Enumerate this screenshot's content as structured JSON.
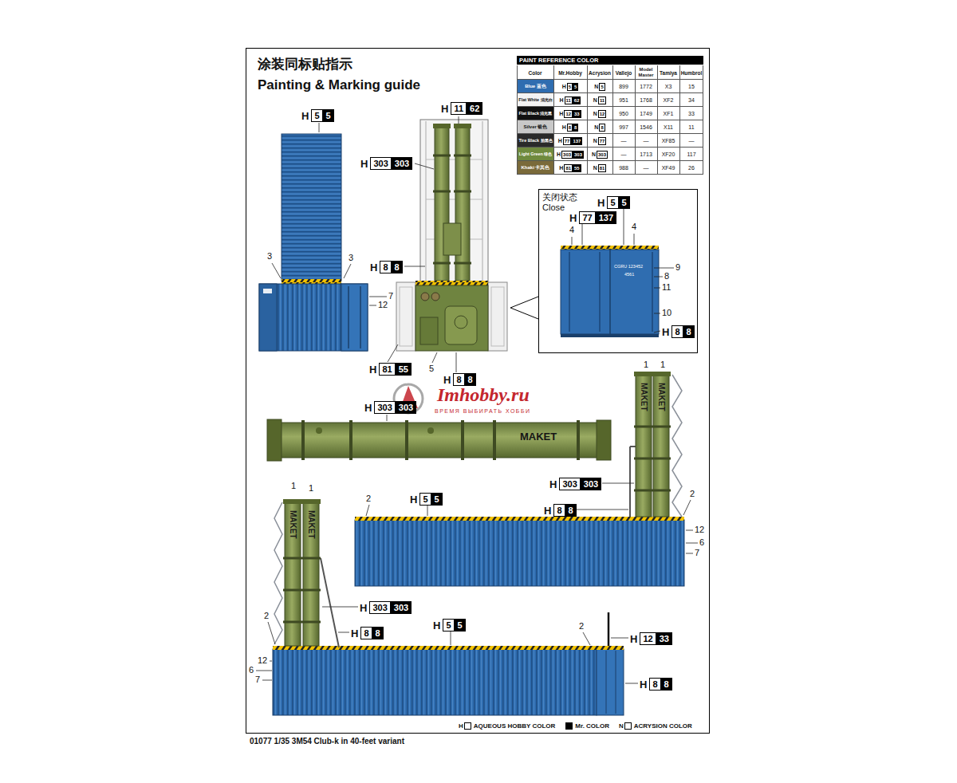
{
  "diagram": {
    "title": "Painting & Marking guide",
    "caption": "01077 1/35 3M54 Club-k in 40-feet variant",
    "nodes": [
      {
        "text": [
          "PAINT REFERENCE COLOR"
        ]
      },
      {
        "text": [
          "关闭状态 Close"
        ]
      }
    ],
    "labels": [
      "涂装同标贴指示",
      "Color",
      "Mr.Hobby",
      "Acrysion",
      "Vallejo",
      "Model Master",
      "Tamiya",
      "Humbrol",
      "H",
      "5",
      "5",
      "N",
      "5",
      "899",
      "1772",
      "X3",
      "15",
      "H",
      "11",
      "62",
      "N",
      "11",
      "951",
      "1768",
      "XF2",
      "34",
      "H",
      "12",
      "33",
      "N",
      "12",
      "950",
      "1749",
      "XF1",
      "33",
      "H",
      "8",
      "8",
      "N",
      "8",
      "997",
      "1546",
      "X11",
      "11",
      "H",
      "77",
      "137",
      "N",
      "77",
      "—",
      "—",
      "XF85",
      "—",
      "H",
      "303",
      "303",
      "N",
      "303",
      "—",
      "1713",
      "XF20",
      "117",
      "H",
      "81",
      "55",
      "N",
      "81",
      "988",
      "—",
      "XF49",
      "26",
      "H",
      "5",
      "5",
      "3",
      "3",
      "7",
      "12",
      "H",
      "11",
      "62",
      "H",
      "303",
      "303",
      "H",
      "8",
      "8",
      "H",
      "81",
      "55",
      "5",
      "H",
      "8",
      "8",
      "H",
      "5",
      "5",
      "H",
      "77",
      "137",
      "4",
      "4",
      "CGRU 123452",
      "4561",
      "9",
      "8",
      "11",
      "10",
      "H",
      "8",
      "8",
      "H",
      "303",
      "303",
      "MAKET",
      "Imhobby.ru",
      "ВРЕМЯ ВЫБИРАТЬ ХОББИ",
      "1",
      "1",
      "MAKET",
      "MAKET",
      "H",
      "303",
      "303",
      "H",
      "8",
      "8",
      "2",
      "H",
      "5",
      "5",
      "2",
      "12",
      "6",
      "7",
      "1",
      "1",
      "MAKET",
      "MAKET",
      "H",
      "303",
      "303",
      "H",
      "8",
      "8",
      "2",
      "12",
      "6",
      "7",
      "H",
      "5",
      "5",
      "2",
      "H",
      "12",
      "33",
      "H",
      "8",
      "8",
      "H",
      "N"
    ],
    "legend": [
      {
        "text": "Blue 蓝色",
        "color": "#2f6db0"
      },
      {
        "text": "Flat White 消光白",
        "color": "#f4f4f4"
      },
      {
        "text": "Flat Black 消光黑",
        "color": "#111111"
      },
      {
        "text": "Silver 银色",
        "color": "#c8c8c8"
      },
      {
        "text": "Tire Black 胎黑色",
        "color": "#2a2a2a"
      },
      {
        "text": "Light Green 绿色",
        "color": "#6f8a3e"
      },
      {
        "text": "Khaki 卡其色",
        "color": "#7a6a3a"
      },
      {
        "text": "AQUEOUS HOBBY COLOR"
      },
      {
        "text": "Mr. COLOR"
      },
      {
        "text": "ACRYSION COLOR"
      }
    ]
  }
}
